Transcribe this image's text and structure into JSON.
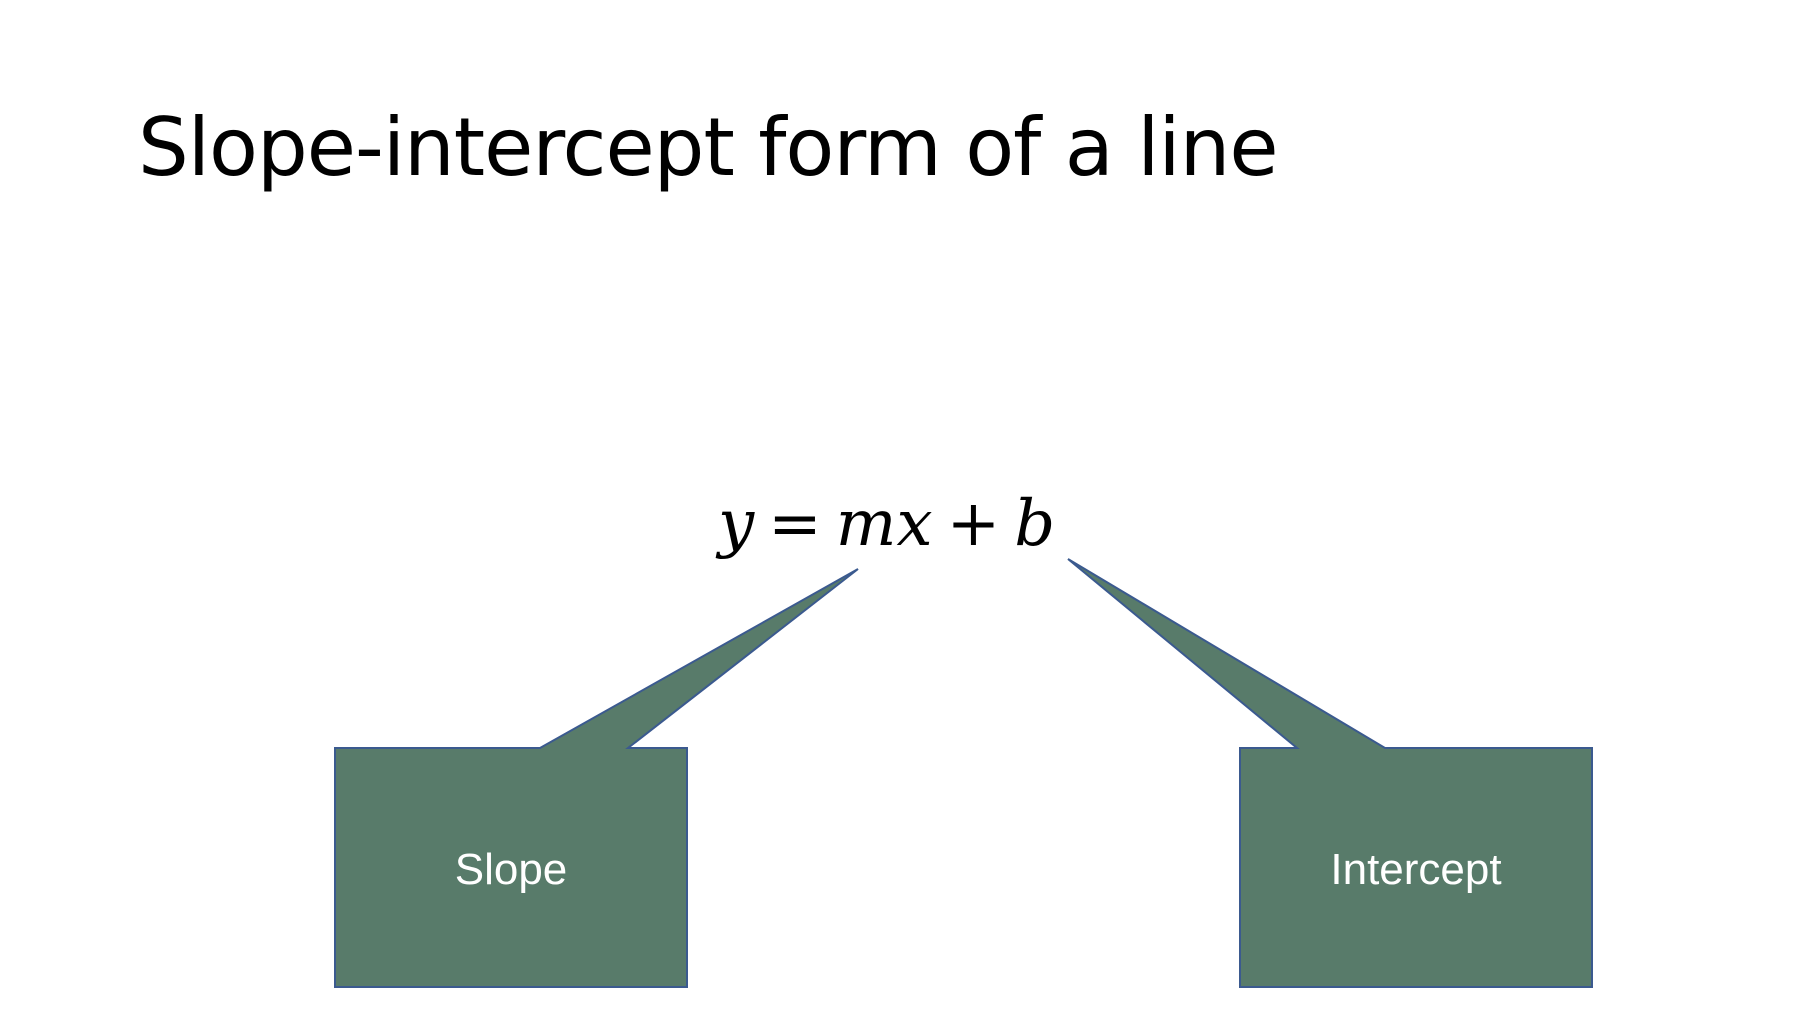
{
  "slide": {
    "title": "Slope-intercept form of a line"
  },
  "equation": {
    "y": "y",
    "equals": "=",
    "m": "m",
    "x": "x",
    "plus": "+",
    "b": "b"
  },
  "callouts": [
    {
      "label": "Slope"
    },
    {
      "label": "Intercept"
    }
  ],
  "colors": {
    "callout_fill": "#587b6a",
    "callout_border": "#3b5a8f",
    "callout_text": "#ffffff",
    "title_text": "#000000"
  }
}
